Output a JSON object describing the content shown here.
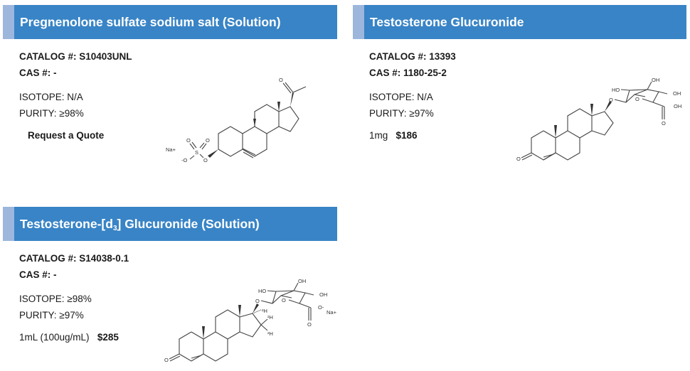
{
  "colors": {
    "header_bg": "#3884c6",
    "header_stripe": "#9cb6dc",
    "header_text": "#ffffff",
    "body_text": "#1a1a1a"
  },
  "products": [
    {
      "title": "Pregnenolone sulfate sodium salt (Solution)",
      "catalog_label": "CATALOG #:",
      "catalog_value": "S10403UNL",
      "cas_label": "CAS #:",
      "cas_value": "-",
      "isotope_label": "ISOTOPE:",
      "isotope_value": "N/A",
      "purity_label": "PURITY:",
      "purity_value": "≥98%",
      "action_label": "Request a Quote",
      "structure": {
        "name": "pregnenolone-sulfate-structure",
        "labels": [
          "Na+",
          "O",
          "O",
          "S",
          "-O",
          "O",
          "O"
        ]
      }
    },
    {
      "title": "Testosterone Glucuronide",
      "catalog_label": "CATALOG #:",
      "catalog_value": "13393",
      "cas_label": "CAS #:",
      "cas_value": "1180-25-2",
      "isotope_label": "ISOTOPE:",
      "isotope_value": "N/A",
      "purity_label": "PURITY:",
      "purity_value": "≥97%",
      "size": "1mg",
      "price": "$186",
      "structure": {
        "name": "testosterone-glucuronide-structure",
        "labels": [
          "O",
          "O",
          "HO",
          "OH",
          "OH",
          "O",
          "OH",
          "O"
        ]
      }
    },
    {
      "title_main": "Testosterone-[d",
      "title_sub": "3",
      "title_rest": "] Glucuronide (Solution)",
      "catalog_label": "CATALOG #:",
      "catalog_value": "S14038-0.1",
      "cas_label": "CAS #:",
      "cas_value": "-",
      "isotope_label": "ISOTOPE:",
      "isotope_value": "≥98%",
      "purity_label": "PURITY:",
      "purity_value": "≥97%",
      "size": "1mL (100ug/mL)",
      "price": "$285",
      "structure": {
        "name": "testosterone-d3-glucuronide-structure",
        "labels": [
          "O",
          "O",
          "HO",
          "OH",
          "OH",
          "O",
          "O-",
          "Na+",
          "2H",
          "2H",
          "2H"
        ]
      }
    }
  ]
}
